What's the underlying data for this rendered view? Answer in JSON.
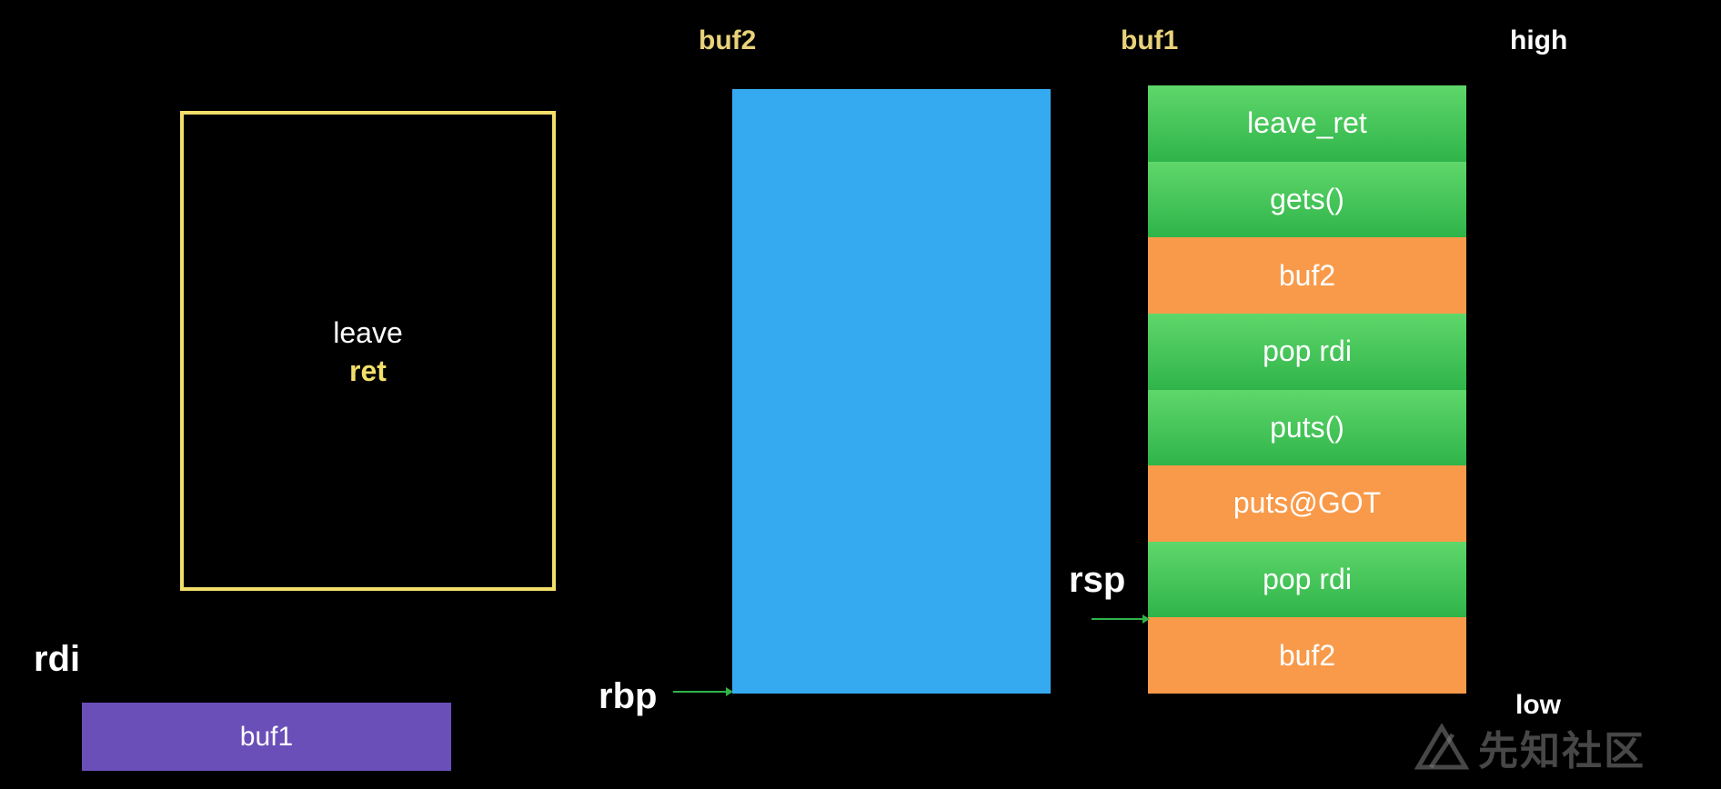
{
  "labels": {
    "buf2": "buf2",
    "buf1": "buf1",
    "high": "high",
    "low": "low"
  },
  "instruction": {
    "line1": "leave",
    "line2": "ret"
  },
  "registers": {
    "rdi": "rdi",
    "rbp": "rbp",
    "rsp": "rsp"
  },
  "rdi_value": "buf1",
  "stack": [
    {
      "label": "leave_ret",
      "kind": "gadget"
    },
    {
      "label": "gets()",
      "kind": "gadget"
    },
    {
      "label": "buf2",
      "kind": "data"
    },
    {
      "label": "pop rdi",
      "kind": "gadget"
    },
    {
      "label": "puts()",
      "kind": "gadget"
    },
    {
      "label": "puts@GOT",
      "kind": "data"
    },
    {
      "label": "pop rdi",
      "kind": "gadget"
    },
    {
      "label": "buf2",
      "kind": "data"
    }
  ],
  "colors": {
    "gadget": "#3cc156",
    "data": "#f99a4a",
    "buf2_region": "#35aaf0",
    "rdi_box": "#6a4fb8",
    "frame": "#f2df6a",
    "arrow": "#2fb44a"
  },
  "watermark": {
    "text": "先知社区",
    "icon": "logo-icon"
  }
}
